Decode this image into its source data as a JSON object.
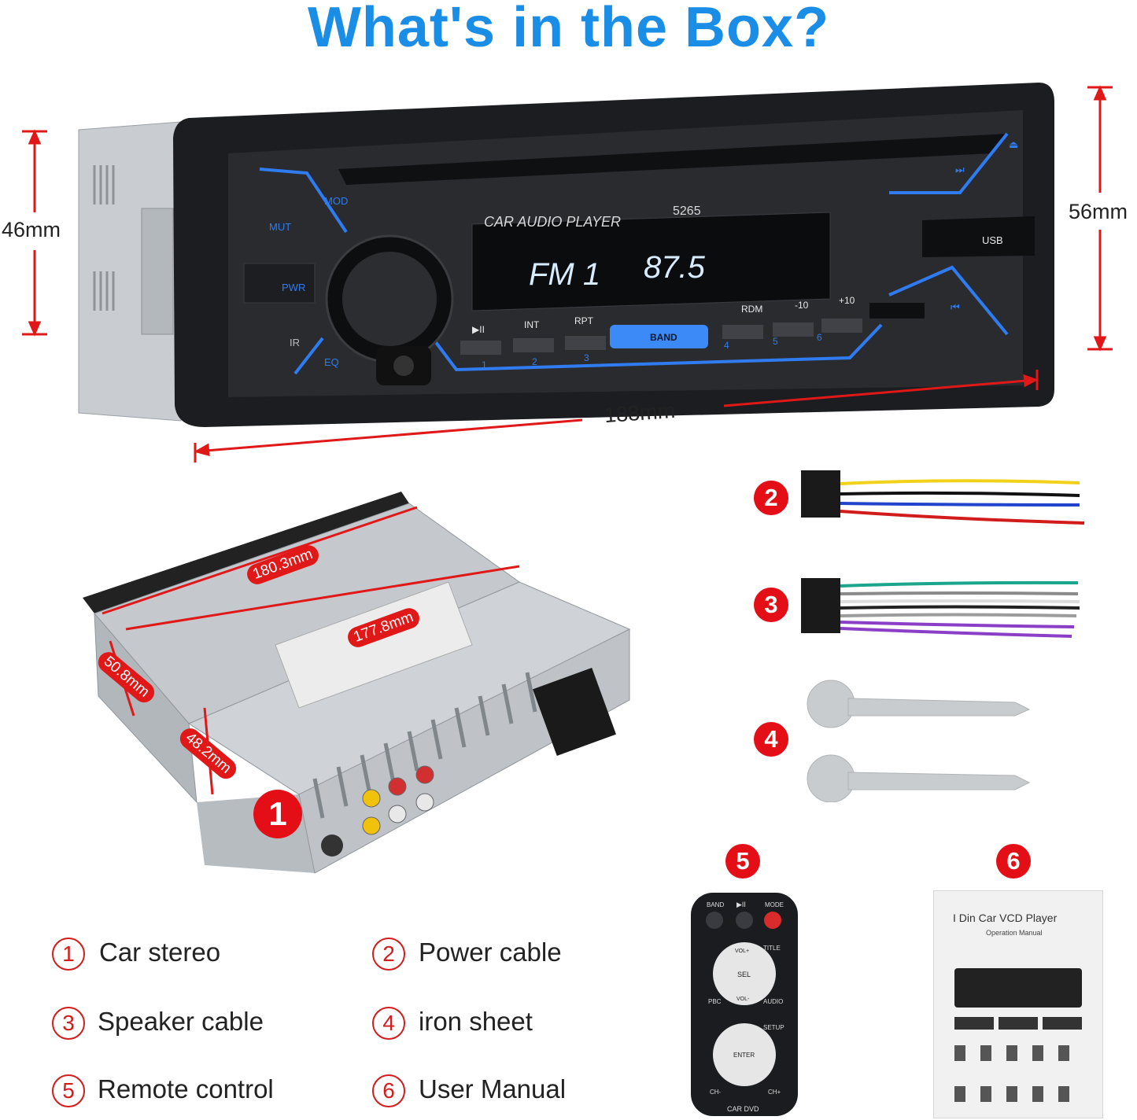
{
  "title": "What's in the Box?",
  "dimensions": {
    "left_height": "46mm",
    "right_height": "56mm",
    "width": "188mm",
    "depth_top": "180.3mm",
    "depth_inner": "177.8mm",
    "side_height": "50.8mm",
    "rear_height": "48.2mm"
  },
  "stereo_front": {
    "label_car_audio": "CAR AUDIO PLAYER",
    "model": "5265",
    "display_band": "FM 1",
    "display_freq": "87.5",
    "buttons": {
      "mod": "MOD",
      "mut": "MUT",
      "pwr": "PWR",
      "eq": "EQ",
      "ir": "IR",
      "play": "▶II",
      "int": "INT",
      "rpt": "RPT",
      "band": "BAND",
      "rdm": "RDM",
      "minus10": "-10",
      "plus10": "+10",
      "usb": "USB"
    },
    "presets": [
      "1",
      "2",
      "3",
      "4",
      "5",
      "6"
    ]
  },
  "badges": [
    "1",
    "2",
    "3",
    "4",
    "5",
    "6"
  ],
  "remote": {
    "labels": {
      "band": "BAND",
      "mode": "MODE",
      "title": "TITLE",
      "sel": "SEL",
      "vol_up": "VOL+",
      "vol_down": "VOL-",
      "pbc": "PBC",
      "audio": "AUDIO",
      "setup": "SETUP",
      "enter": "ENTER",
      "ch_minus": "CH-",
      "ch_plus": "CH+",
      "brand": "CAR DVD"
    }
  },
  "manual": {
    "title": "I Din Car VCD Player",
    "subtitle": "Operation Manual"
  },
  "legend": [
    {
      "num": "1",
      "text": "Car stereo"
    },
    {
      "num": "2",
      "text": "Power cable"
    },
    {
      "num": "3",
      "text": "Speaker cable"
    },
    {
      "num": "4",
      "text": "iron sheet"
    },
    {
      "num": "5",
      "text": "Remote control"
    },
    {
      "num": "6",
      "text": "User Manual"
    }
  ],
  "colors": {
    "title_blue": "#1a8de6",
    "badge_red": "#e30e16",
    "accent_blue": "#2f7cf0",
    "dim_red": "#e01818"
  }
}
